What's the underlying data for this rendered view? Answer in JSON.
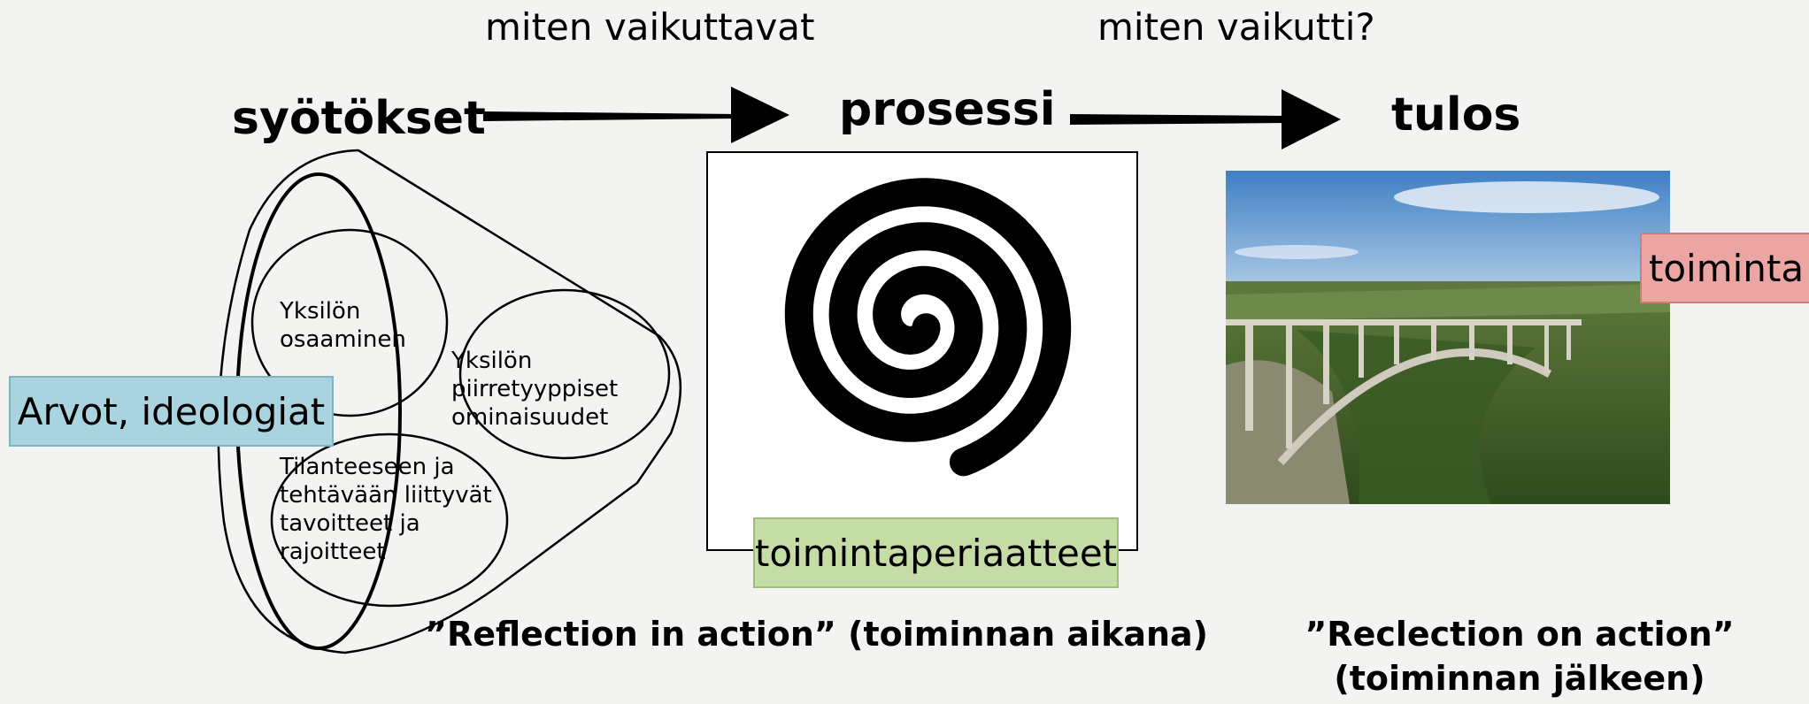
{
  "labels": {
    "question_left": "miten vaikuttavat",
    "question_right": "miten vaikutti?",
    "inputs": "syötökset",
    "process": "prosessi",
    "result": "tulos",
    "circle_1": "Yksilön osaaminen",
    "circle_2": "Yksilön piirretyyppiset ominaisuudet",
    "circle_3": "Tilanteeseen ja tehtävään liittyvät tavoitteet ja rajoitteet",
    "values_tag": "Arvot, ideologiat",
    "principles_tag": "toimintaperiaatteet",
    "action_tag": "toiminta",
    "reflection_in": "”Reflection in action” (toiminnan aikana)",
    "reflection_on_line1": "”Reclection on action”",
    "reflection_on_line2": "(toiminnan jälkeen)"
  },
  "icons": {
    "arrow": "right-arrow-icon",
    "spiral": "spiral-icon",
    "photo": "bridge-photo"
  },
  "colors": {
    "background": "#f3f3f1",
    "values_tag": "#a9d4df",
    "principles_tag": "#c6dca6",
    "action_tag": "#eba5a3"
  }
}
